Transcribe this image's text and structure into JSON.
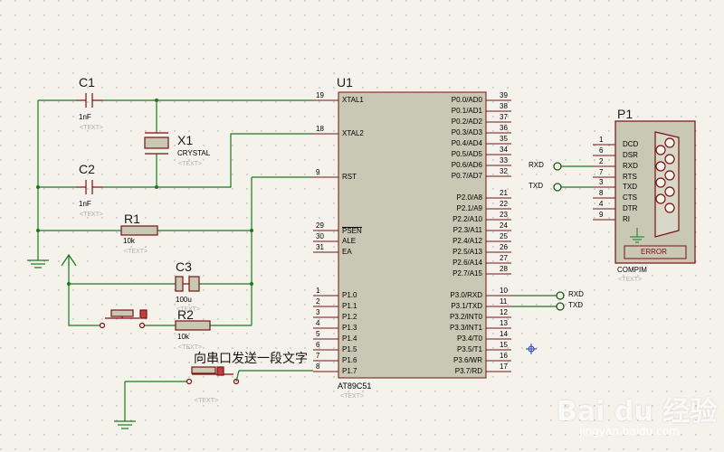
{
  "chip": {
    "ref": "U1",
    "part": "AT89C51",
    "text_tag": "<TEXT>",
    "left_pins": [
      {
        "num": "19",
        "name": "XTAL1"
      },
      {
        "num": "18",
        "name": "XTAL2"
      },
      {
        "num": "9",
        "name": "RST"
      },
      {
        "num": "29",
        "name": "PSEN"
      },
      {
        "num": "30",
        "name": "ALE"
      },
      {
        "num": "31",
        "name": "EA"
      },
      {
        "num": "1",
        "name": "P1.0"
      },
      {
        "num": "2",
        "name": "P1.1"
      },
      {
        "num": "3",
        "name": "P1.2"
      },
      {
        "num": "4",
        "name": "P1.3"
      },
      {
        "num": "5",
        "name": "P1.4"
      },
      {
        "num": "6",
        "name": "P1.5"
      },
      {
        "num": "7",
        "name": "P1.6"
      },
      {
        "num": "8",
        "name": "P1.7"
      }
    ],
    "right_pins": [
      {
        "num": "39",
        "name": "P0.0/AD0"
      },
      {
        "num": "38",
        "name": "P0.1/AD1"
      },
      {
        "num": "37",
        "name": "P0.2/AD2"
      },
      {
        "num": "36",
        "name": "P0.3/AD3"
      },
      {
        "num": "35",
        "name": "P0.4/AD4"
      },
      {
        "num": "34",
        "name": "P0.5/AD5"
      },
      {
        "num": "33",
        "name": "P0.6/AD6"
      },
      {
        "num": "32",
        "name": "P0.7/AD7"
      },
      {
        "num": "21",
        "name": "P2.0/A8"
      },
      {
        "num": "22",
        "name": "P2.1/A9"
      },
      {
        "num": "23",
        "name": "P2.2/A10"
      },
      {
        "num": "24",
        "name": "P2.3/A11"
      },
      {
        "num": "25",
        "name": "P2.4/A12"
      },
      {
        "num": "26",
        "name": "P2.5/A13"
      },
      {
        "num": "27",
        "name": "P2.6/A14"
      },
      {
        "num": "28",
        "name": "P2.7/A15"
      },
      {
        "num": "10",
        "name": "P3.0/RXD"
      },
      {
        "num": "11",
        "name": "P3.1/TXD"
      },
      {
        "num": "12",
        "name": "P3.2/INT0"
      },
      {
        "num": "13",
        "name": "P3.3/INT1"
      },
      {
        "num": "14",
        "name": "P3.4/T0"
      },
      {
        "num": "15",
        "name": "P3.5/T1"
      },
      {
        "num": "16",
        "name": "P3.6/WR"
      },
      {
        "num": "17",
        "name": "P3.7/RD"
      }
    ]
  },
  "components": {
    "c1": {
      "ref": "C1",
      "value": "1nF",
      "tag": "<TEXT>"
    },
    "c2": {
      "ref": "C2",
      "value": "1nF",
      "tag": "<TEXT>"
    },
    "x1": {
      "ref": "X1",
      "value": "CRYSTAL",
      "tag": "<TEXT>"
    },
    "r1": {
      "ref": "R1",
      "value": "10k",
      "tag": "<TEXT>"
    },
    "c3": {
      "ref": "C3",
      "value": "100u",
      "tag": "<TEXT>"
    },
    "r2": {
      "ref": "R2",
      "value": "10k",
      "tag": "<TEXT>"
    },
    "sw2_tag": "<TEXT>"
  },
  "connector": {
    "ref": "P1",
    "part": "COMPIM",
    "tag": "<TEXT>",
    "error": "ERROR",
    "pins": [
      {
        "num": "1",
        "name": "DCD"
      },
      {
        "num": "6",
        "name": "DSR"
      },
      {
        "num": "2",
        "name": "RXD"
      },
      {
        "num": "7",
        "name": "RTS"
      },
      {
        "num": "3",
        "name": "TXD"
      },
      {
        "num": "8",
        "name": "CTS"
      },
      {
        "num": "4",
        "name": "DTR"
      },
      {
        "num": "9",
        "name": "RI"
      }
    ]
  },
  "terminals": {
    "rxd_left": "RXD",
    "txd_left": "TXD",
    "rxd_right": "RXD",
    "txd_right": "TXD"
  },
  "annotation": "向串口发送一段文字",
  "watermark": {
    "brand": "Bai du 经验",
    "url": "jingyan.baidu.com"
  },
  "colors": {
    "wire": "#1a7a1a",
    "body": "#c8c8b4",
    "outline": "#7a1010",
    "bg": "#f4f2ea",
    "grid": "#9aa0a0",
    "terminal": "#1a5a1a"
  }
}
